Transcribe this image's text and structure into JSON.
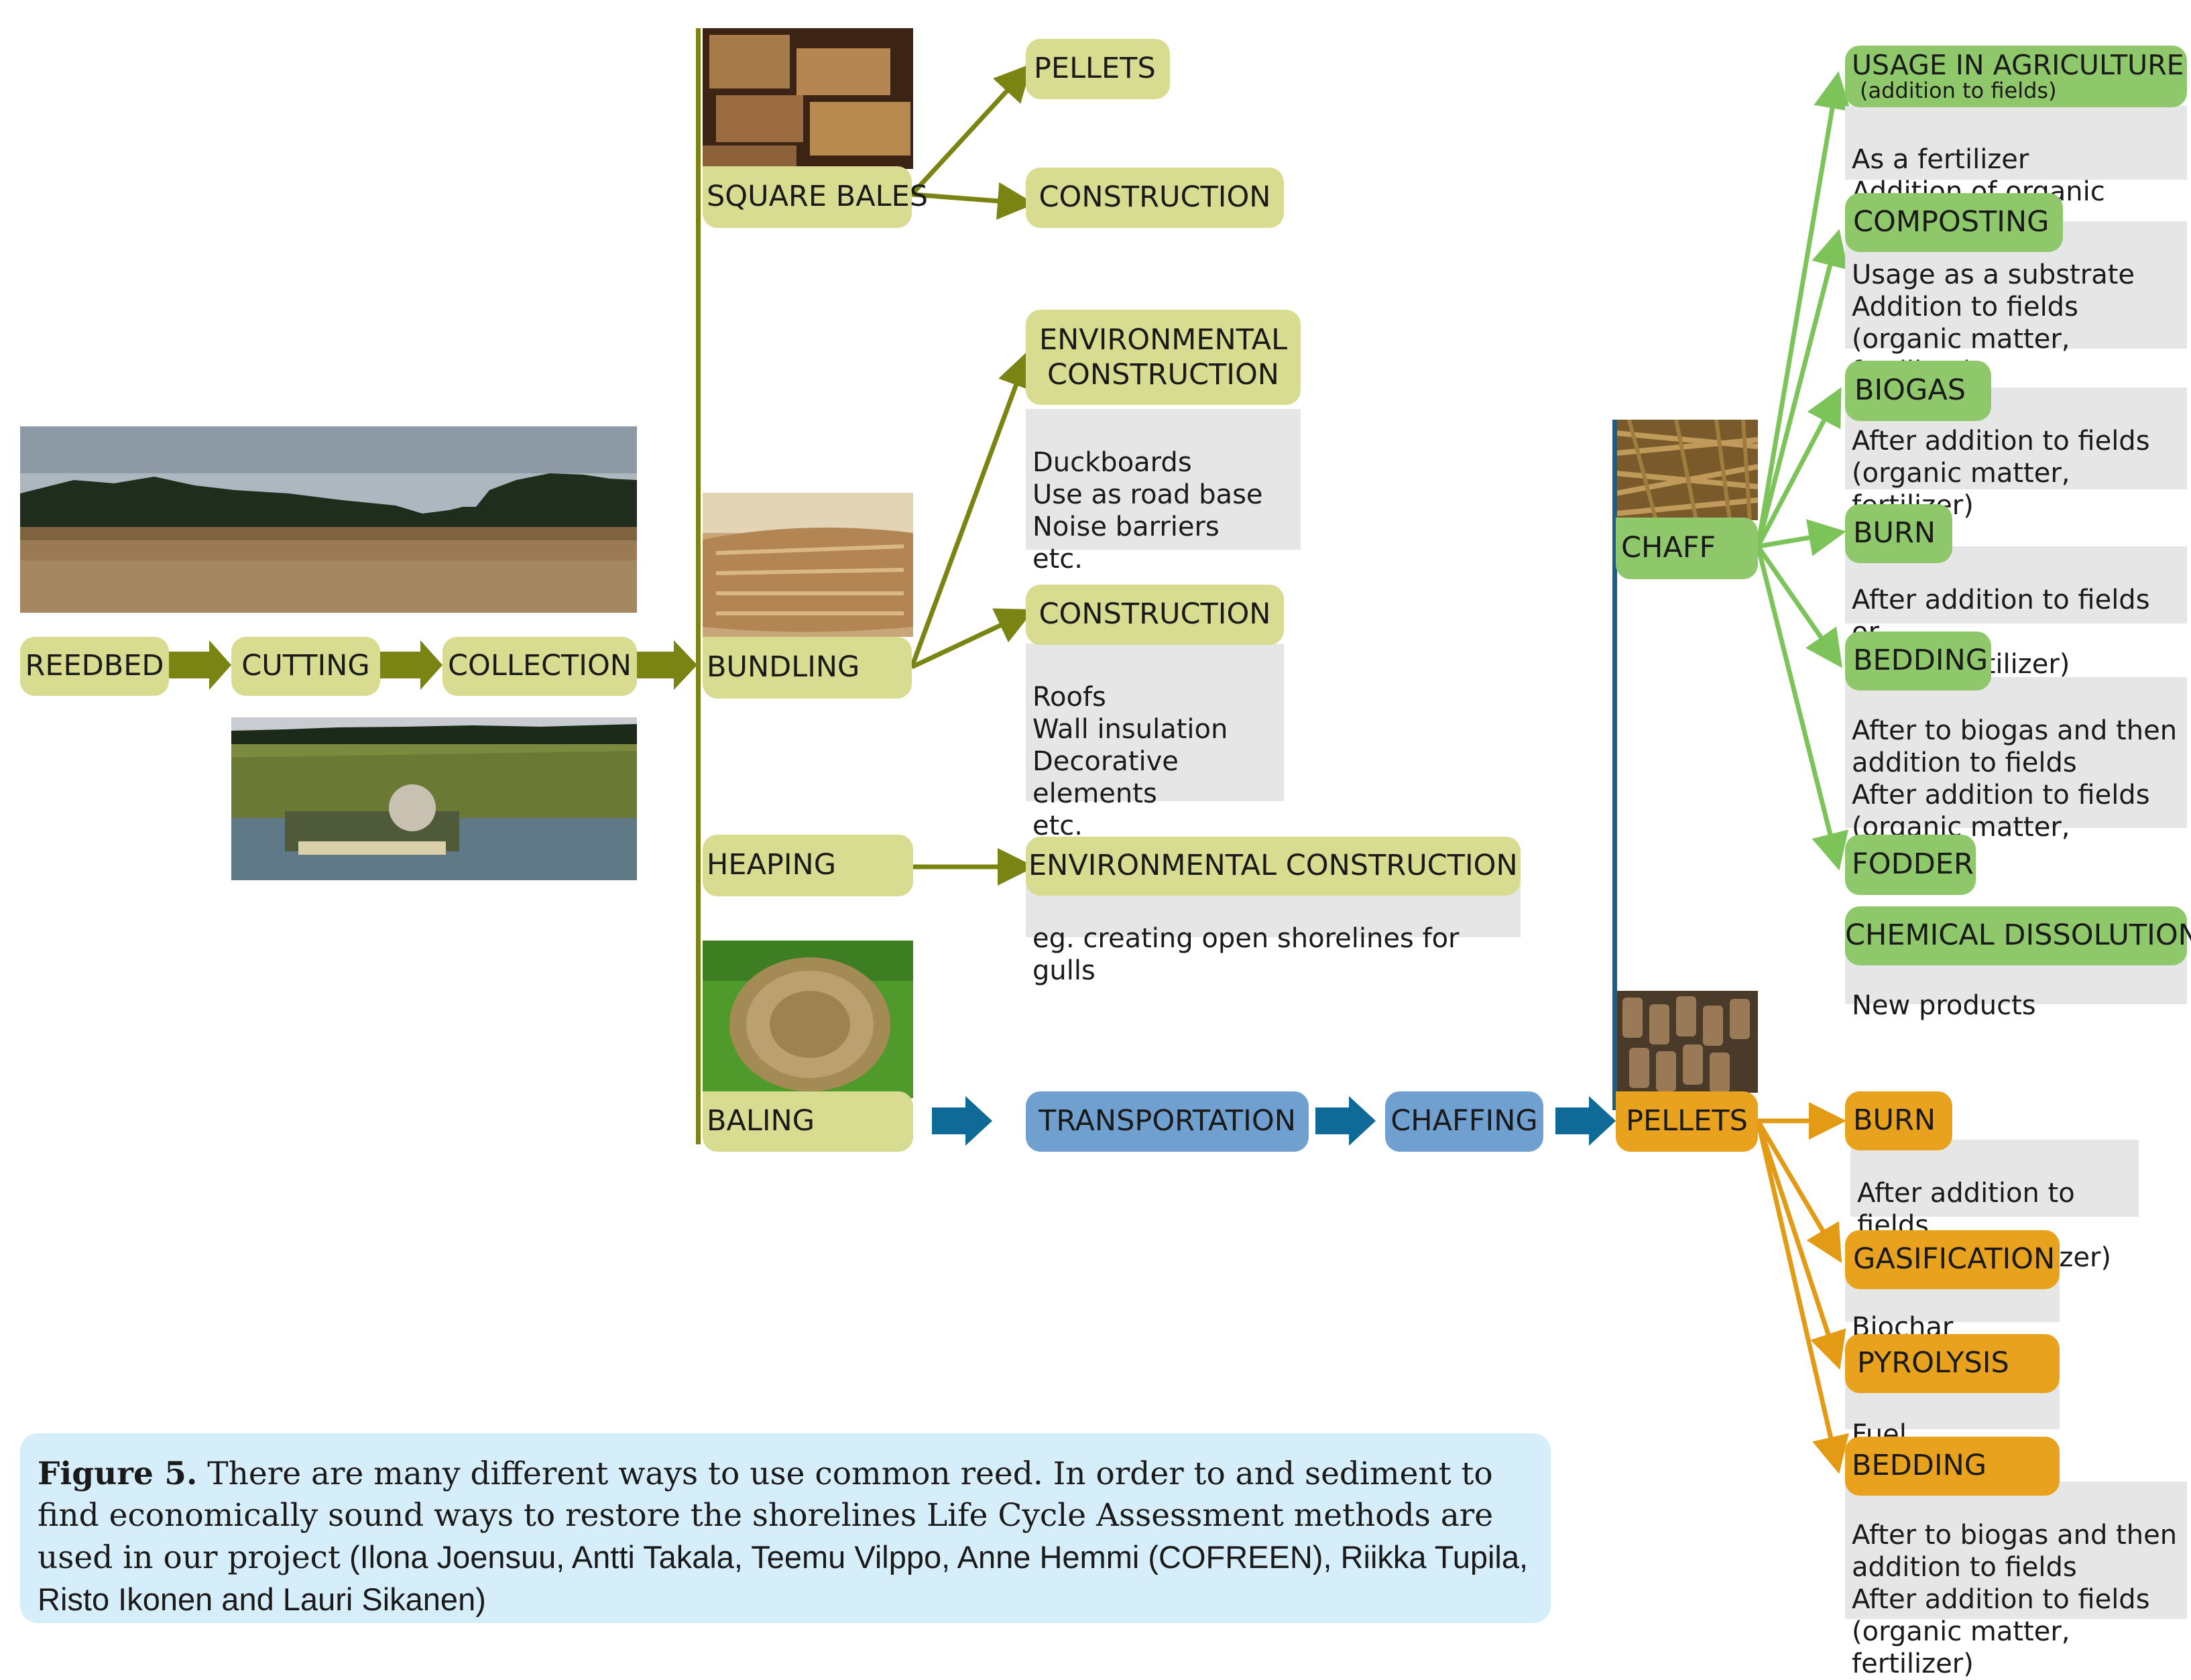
{
  "process": {
    "reedbed": "REEDBED",
    "cutting": "CUTTING",
    "collection": "COLLECTION",
    "square_bales": "SQUARE BALES",
    "bundling": "BUNDLING",
    "heaping": "HEAPING",
    "baling": "BALING",
    "transportation": "TRANSPORTATION",
    "chaffing": "CHAFFING"
  },
  "square_bales_uses": {
    "pellets": "PELLETS",
    "construction": "CONSTRUCTION"
  },
  "bundling_uses": {
    "env_construction_title": "ENVIRONMENTAL\nCONSTRUCTION",
    "env_construction_desc": "Duckboards\nUse as road base\nNoise barriers\netc.",
    "construction_title": "CONSTRUCTION",
    "construction_desc": "Roofs\nWall insulation\nDecorative elements\netc."
  },
  "heaping_uses": {
    "title": "ENVIRONMENTAL CONSTRUCTION",
    "desc": "eg. creating open shorelines for gulls"
  },
  "chaff": {
    "label": "CHAFF",
    "uses": [
      {
        "title": "USAGE IN AGRICULTURE",
        "subtitle": "(addition to fields)",
        "desc": "As a fertilizer\nAddition of organic material"
      },
      {
        "title": "COMPOSTING",
        "desc": "Usage as a substrate\nAddition to fields\n(organic matter, fertilizer)"
      },
      {
        "title": "BIOGAS",
        "desc": "After addition to fields\n(organic matter, fertilizer)"
      },
      {
        "title": "BURN",
        "desc": "After addition to fields or\nforest (fertilizer)"
      },
      {
        "title": "BEDDING",
        "desc": "After to biogas and then\naddition to fields\nAfter addition to fields\n(organic matter, fertilizer)"
      },
      {
        "title": "FODDER"
      },
      {
        "title": "CHEMICAL DISSOLUTION",
        "desc": "New products"
      }
    ]
  },
  "pellets": {
    "label": "PELLETS",
    "uses": [
      {
        "title": "BURN",
        "desc": "After addition to fields\nor forest (fertilizer)"
      },
      {
        "title": "GASIFICATION",
        "desc": "Biochar"
      },
      {
        "title": "PYROLYSIS",
        "desc": "Fuel"
      },
      {
        "title": "BEDDING",
        "desc": "After to biogas and then\naddition to fields\nAfter addition to fields\n(organic matter, fertilizer)"
      }
    ]
  },
  "caption": {
    "label": "Figure 5.",
    "text": " There are many different ways to use common reed. In order to  and sediment to find economically sound ways to restore the shorelines  Life Cycle Assessment methods are used in our project",
    "credits": " (Ilona Joensuu, Antti Takala, Teemu Vilppo, Anne Hemmi (COFREEN), Riikka Tupila, Risto Ikonen and Lauri Sikanen)"
  },
  "colors": {
    "olive": "#7a8412",
    "olive_fill": "#d8dc90",
    "green": "#7cc35a",
    "green_fill": "#8ec86a",
    "blue": "#1a6e9c",
    "blue_fill": "#6fa0d0",
    "orange": "#e39b16",
    "orange_fill": "#e8a21e",
    "grey_desc": "#e6e6e6",
    "caption_bg": "#d6eef9"
  }
}
